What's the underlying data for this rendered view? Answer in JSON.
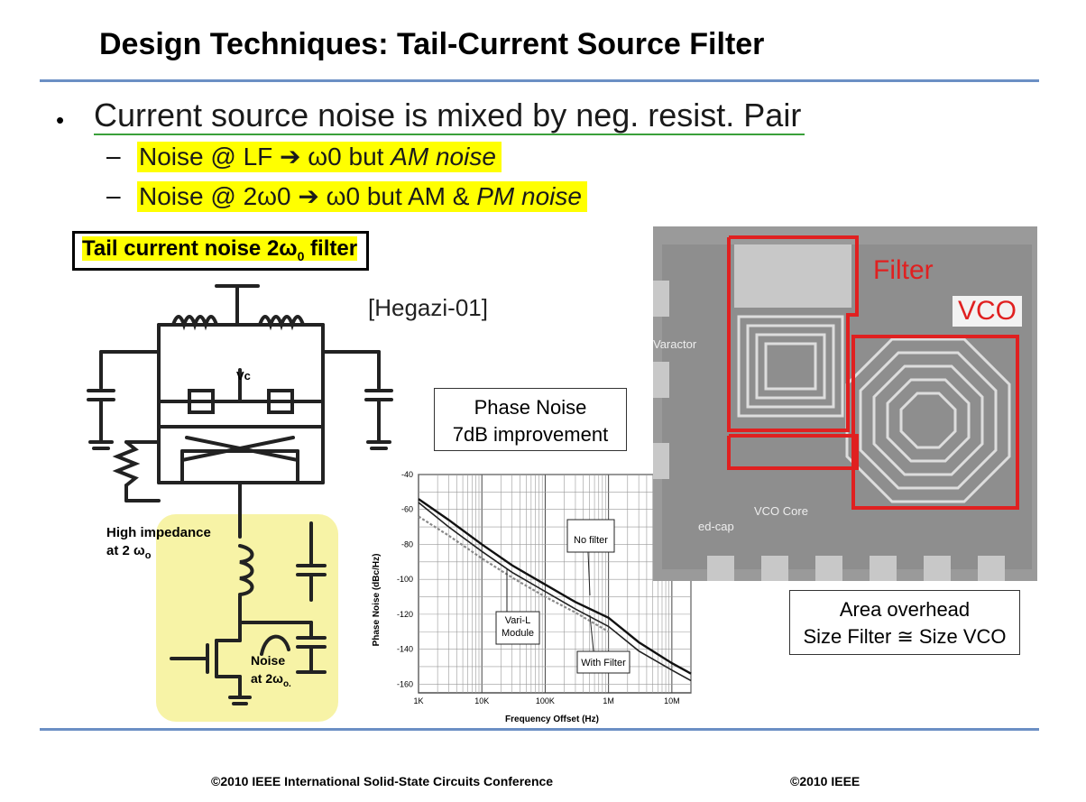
{
  "title": "Design Techniques: Tail-Current Source Filter",
  "bullet": {
    "main": "Current source noise is mixed by neg. resist. Pair",
    "sub1": {
      "pre": "Noise @ LF ",
      "arrow": "➔",
      "mid": " ω0 but ",
      "italic": "AM noise"
    },
    "sub2": {
      "pre": "Noise @ 2ω0 ",
      "arrow": "➔",
      "mid": " ω0 but AM & ",
      "italic": "PM noise"
    }
  },
  "dash": "–",
  "tail_box": {
    "text": "Tail current noise 2ω",
    "sub": "0",
    "after": " filter"
  },
  "reference": "[Hegazi-01]",
  "phase_noise_box": {
    "line1": "Phase Noise",
    "line2": "7dB improvement"
  },
  "area_box": {
    "line1": "Area overhead",
    "line2": "Size Filter ≅ Size VCO"
  },
  "schematic": {
    "vc": "Vc",
    "high_imp_1": "High impedance",
    "high_imp_2": "at 2 ω",
    "high_imp_sub": "o",
    "noise_1": "Noise",
    "noise_2": "at 2ω",
    "noise_sub": "o."
  },
  "chip": {
    "filter": "Filter",
    "vco": "VCO",
    "varactor": "Varactor",
    "vco_core": "VCO Core",
    "ed_cap": "ed-cap"
  },
  "chart_data": {
    "type": "line",
    "xlabel": "Frequency Offset (Hz)",
    "ylabel": "Phase Noise (dBc/Hz)",
    "x_scale": "log",
    "x_ticks": [
      "1K",
      "10K",
      "100K",
      "1M",
      "10M"
    ],
    "y_ticks": [
      "-40",
      "-60",
      "-80",
      "-100",
      "-120",
      "-140",
      "-160"
    ],
    "ylim": [
      -165,
      -40
    ],
    "grid": true,
    "annotations": [
      "No filter",
      "Vari-L Module",
      "With Filter"
    ],
    "series": [
      {
        "name": "No filter",
        "x": [
          1000,
          3000,
          10000,
          30000,
          100000,
          300000,
          1000000,
          3000000,
          10000000,
          20000000
        ],
        "y": [
          -54,
          -66,
          -80,
          -92,
          -103,
          -113,
          -122,
          -136,
          -148,
          -154
        ]
      },
      {
        "name": "With Filter",
        "x": [
          1000,
          3000,
          10000,
          30000,
          100000,
          300000,
          1000000,
          3000000,
          10000000,
          20000000
        ],
        "y": [
          -56,
          -70,
          -84,
          -96,
          -107,
          -117,
          -127,
          -141,
          -152,
          -158
        ]
      },
      {
        "name": "Vari-L Module",
        "x": [
          1000,
          3000,
          10000,
          30000,
          100000,
          300000,
          1000000
        ],
        "y": [
          -64,
          -75,
          -88,
          -99,
          -110,
          -119,
          -130
        ]
      }
    ]
  },
  "footer": {
    "left": "©2010 IEEE International Solid-State Circuits Conference",
    "right": "©2010 IEEE"
  }
}
